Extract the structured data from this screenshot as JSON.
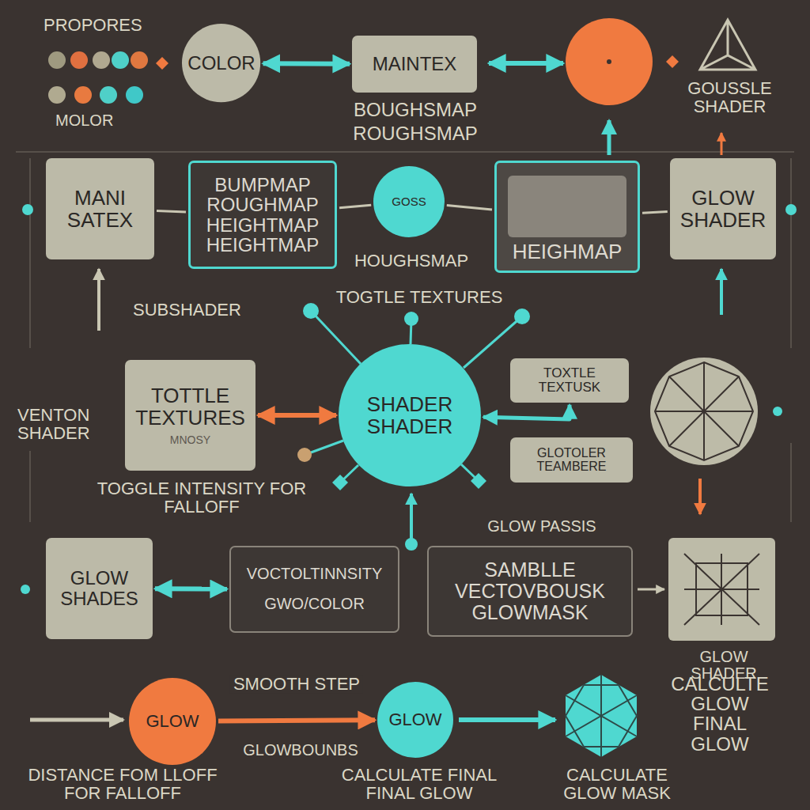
{
  "diagram": {
    "nodes": [
      {
        "text": [
          "COLOR"
        ]
      },
      {
        "text": [
          "MAINTEX"
        ]
      },
      {
        "text": [
          "MANI SATEX"
        ]
      },
      {
        "text": [
          "BUMPMAP ROUGHMAP HEIGHTMAP HEIGHTMAP"
        ]
      },
      {
        "text": [
          "GOSS"
        ]
      },
      {
        "text": [
          "HEIGHMAP"
        ]
      },
      {
        "text": [
          "GLOW SHADER"
        ]
      },
      {
        "text": [
          "TOTTLE TEXTURES",
          "MNOSY"
        ]
      },
      {
        "text": [
          "SHADER SHADER"
        ]
      },
      {
        "text": [
          "TOXTLE TEXTUSK"
        ]
      },
      {
        "text": [
          "GLOTOLER TEAMBERE"
        ]
      },
      {
        "text": [
          "GLOW SHADES"
        ]
      },
      {
        "text": [
          "VOCTOLTINNSITY",
          "GWO/COLOR"
        ]
      },
      {
        "text": [
          "SAMBLLE VECTOVBOUSK GLOWMASK"
        ]
      },
      {
        "text": [
          "GLOW"
        ]
      },
      {
        "text": [
          "GLOW"
        ]
      }
    ],
    "edges": [
      {
        "from": 0,
        "to": 1,
        "arrow": "both"
      },
      {
        "from": 2,
        "to": 3,
        "arrow": "none"
      },
      {
        "from": 3,
        "to": 4,
        "arrow": "none"
      },
      {
        "from": 4,
        "to": 5,
        "arrow": "none"
      },
      {
        "from": 5,
        "to": 6,
        "arrow": "none"
      },
      {
        "from": 7,
        "to": 8,
        "arrow": "both"
      },
      {
        "from": 8,
        "to": 9,
        "arrow": "both"
      },
      {
        "from": 11,
        "to": 12,
        "arrow": "both"
      },
      {
        "from": 14,
        "to": 15,
        "label": "SMOOTH STEP",
        "arrow": "to"
      }
    ],
    "labels": [
      "PROPORES",
      "MOLOR",
      "BOUGHSMAP",
      "ROUGHSMAP",
      "GOUSSLE SHADER",
      "HOUGHSMAP",
      "SUBSHADER",
      "TOGTLE TEXTURES",
      "VENTON SHADER",
      "TOGGLE INTENSITY FOR FALLOFF",
      "GLOW PASSIS",
      "GLOW SHADER",
      "CALCULTE GLOW FINAL GLOW",
      "GLOWBOUNBS",
      "DISTANCE FOM LLOFF FOR FALLOFF",
      "CALCULATE FINAL FINAL GLOW",
      "CALCULATE GLOW MASK"
    ]
  }
}
